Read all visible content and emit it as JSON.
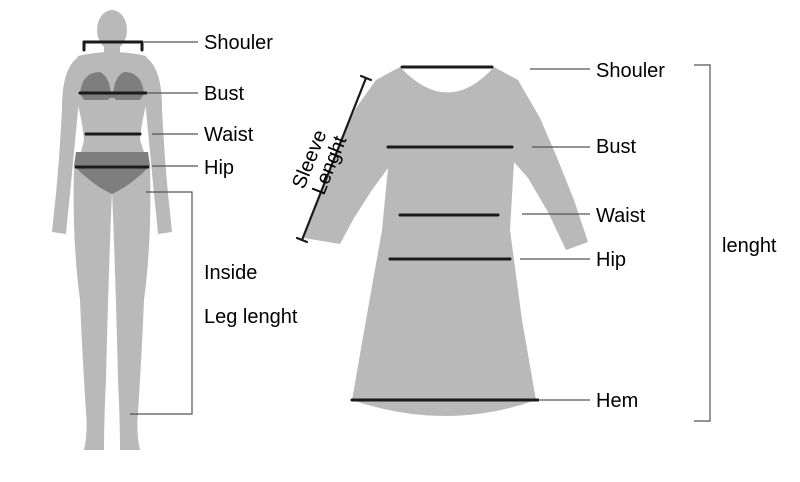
{
  "colors": {
    "silhouette": "#b9b9b9",
    "underwear": "#7e7e7e",
    "measure_line": "#1a1a1a",
    "leader_line": "#555555",
    "text": "#000000"
  },
  "body_figure": {
    "labels": {
      "shoulder": "Shouler",
      "bust": "Bust",
      "waist": "Waist",
      "hip": "Hip",
      "inside_leg_line1": "Inside",
      "inside_leg_line2": "Leg lenght"
    }
  },
  "dress_figure": {
    "labels": {
      "shoulder": "Shouler",
      "bust": "Bust",
      "waist": "Waist",
      "hip": "Hip",
      "hem": "Hem",
      "length": "lenght",
      "sleeve_line1": "Sleeve",
      "sleeve_line2": "Lenght"
    }
  }
}
